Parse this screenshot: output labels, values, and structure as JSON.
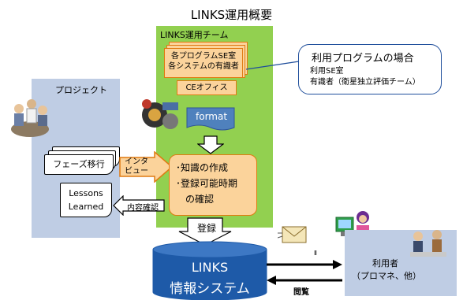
{
  "title": "LINKS運用概要",
  "team": {
    "title": "LINKS運用チーム",
    "box1_line1": "各プログラムSE室",
    "box1_line2": "各システムの有識者",
    "box2": "CEオフィス"
  },
  "callout": {
    "heading": "利用プログラムの場合",
    "line1": "利用SE室",
    "line2": "有識者（衛星独立評価チーム）"
  },
  "project": {
    "label": "プロジェクト",
    "doc1": "フェーズ移行",
    "doc2_line1": "Lessons",
    "doc2_line2": "Learned"
  },
  "format_label": "format",
  "interview_line1": "インタ",
  "interview_line2": "ビュー",
  "content_check": "内容確認",
  "process": {
    "line1": "･知識の作成",
    "line2": "･登録可能時期",
    "line3": "　の確認"
  },
  "register": "登録",
  "links_system": {
    "line1": "LINKS",
    "line2": "情報システム"
  },
  "user": {
    "line1": "利用者",
    "line2": "（プロマネ、他）"
  },
  "browse": "閲覧",
  "small_mark": "Ⅱ",
  "colors": {
    "green": "#92d050",
    "orange": "#fbd39b",
    "orange_border": "#e07a10",
    "blue_panel": "#bfcde4",
    "cylinder": "#1e5aa8",
    "format_blue": "#4f81bd"
  }
}
